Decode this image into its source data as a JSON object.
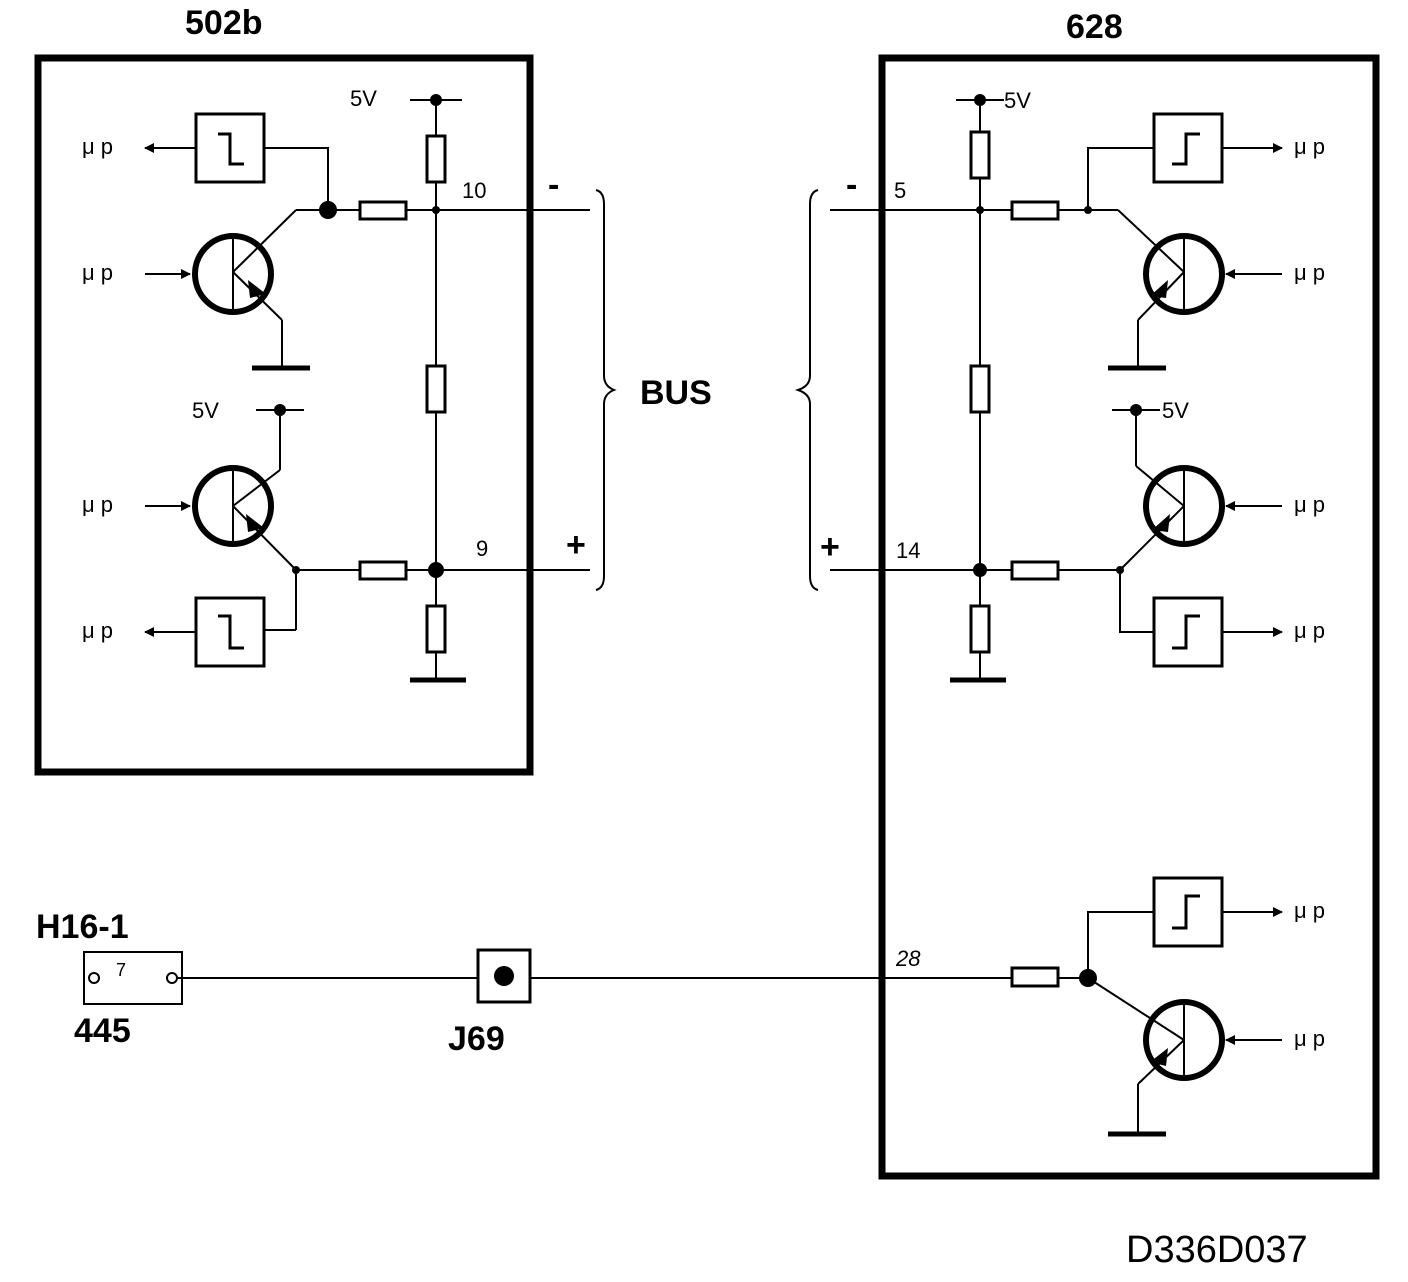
{
  "modules": {
    "left": {
      "name": "502b"
    },
    "right": {
      "name": "628"
    }
  },
  "bus_label": "BUS",
  "voltage_label": "5V",
  "mp_label": "μ p",
  "pins": {
    "left_minus": "10",
    "left_plus": "9",
    "right_minus": "5",
    "right_plus": "14",
    "right_signal": "28"
  },
  "polarity": {
    "minus": "-",
    "plus": "+"
  },
  "connector": {
    "name": "H16-1",
    "number": "445",
    "pin": "7"
  },
  "junction": {
    "name": "J69"
  },
  "drawing_id": "D336D037"
}
